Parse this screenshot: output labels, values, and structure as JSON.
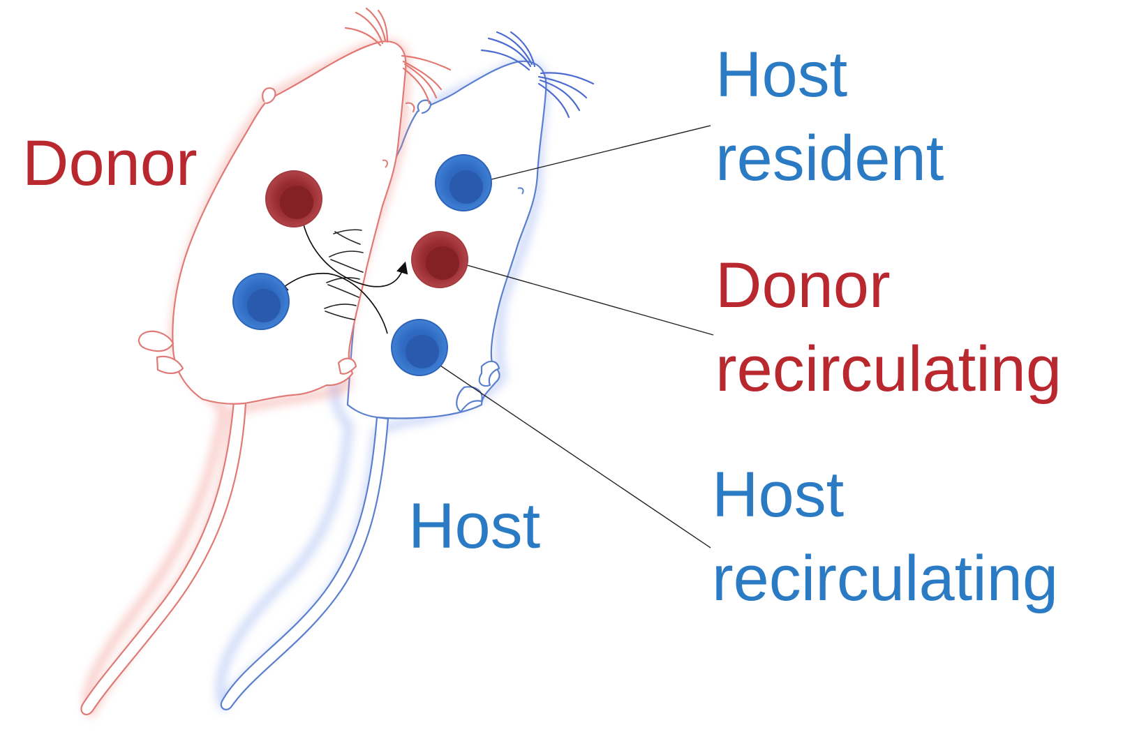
{
  "labels": {
    "donor": "Donor",
    "host": "Host",
    "host_resident_line1": "Host",
    "host_resident_line2": "resident",
    "donor_recirc_line1": "Donor",
    "donor_recirc_line2": "recirculating",
    "host_recirc_line1": "Host",
    "host_recirc_line2": "recirculating"
  },
  "colors": {
    "donor_red": "#b8282e",
    "host_blue": "#2b7bc4",
    "donor_outline": "#e07a76",
    "host_outline": "#6f8fd4",
    "donor_cell": "#8f2a2e",
    "host_cell": "#2f6bc2"
  }
}
